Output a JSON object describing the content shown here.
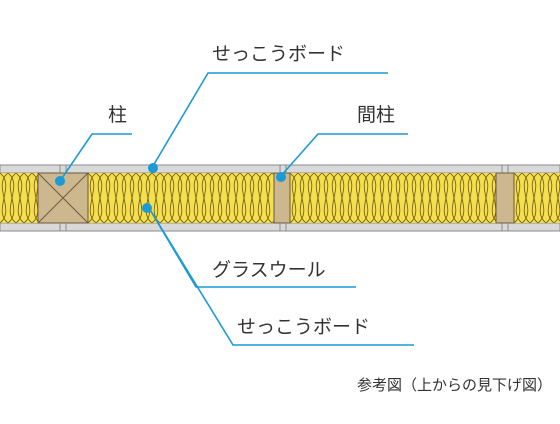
{
  "labels": {
    "gypsum_top": "せっこうボード",
    "pillar": "柱",
    "stud": "間柱",
    "glass_wool": "グラスウール",
    "gypsum_bottom": "せっこうボード"
  },
  "caption": "参考図（上からの見下げ図）",
  "colors": {
    "leader": "#1a9ad6",
    "dot": "#1a9ad6",
    "board": "#d9d9d9",
    "board_stroke": "#8a8a8a",
    "wool_fill": "#f3df4f",
    "wool_line": "#7d6a15",
    "wood": "#cdb78e",
    "wood_stroke": "#6b5a3e"
  }
}
